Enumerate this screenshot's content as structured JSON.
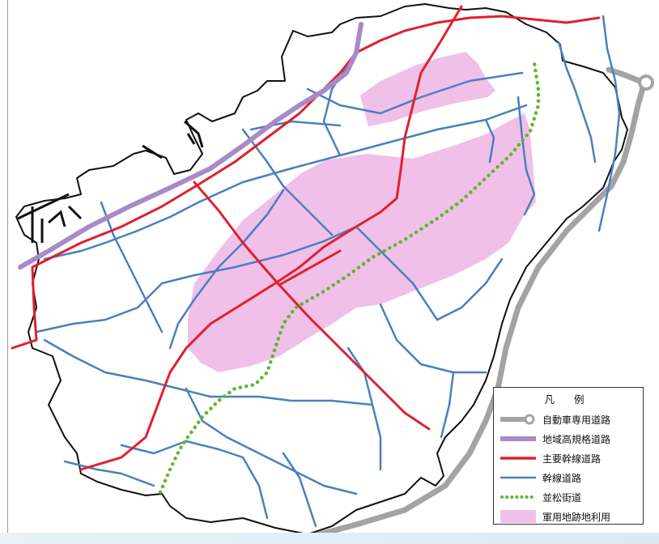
{
  "legend": {
    "title": "凡 例",
    "items": [
      {
        "key": "expressway",
        "label": "自動車専用道路",
        "color": "#a3a3a3"
      },
      {
        "key": "regional-highway",
        "label": "地域高規格道路",
        "color": "#a88ac8"
      },
      {
        "key": "major-trunk-road",
        "label": "主要幹線道路",
        "color": "#e0202e"
      },
      {
        "key": "trunk-road",
        "label": "幹線道路",
        "color": "#4a7fc0"
      },
      {
        "key": "pine-avenue",
        "label": "並松街道",
        "color": "#5cb82e"
      },
      {
        "key": "former-military-land",
        "label": "軍用地跡地利用",
        "color": "#f0c0e8"
      }
    ]
  },
  "colors": {
    "boundary": "#111111",
    "background": "#ffffff"
  }
}
